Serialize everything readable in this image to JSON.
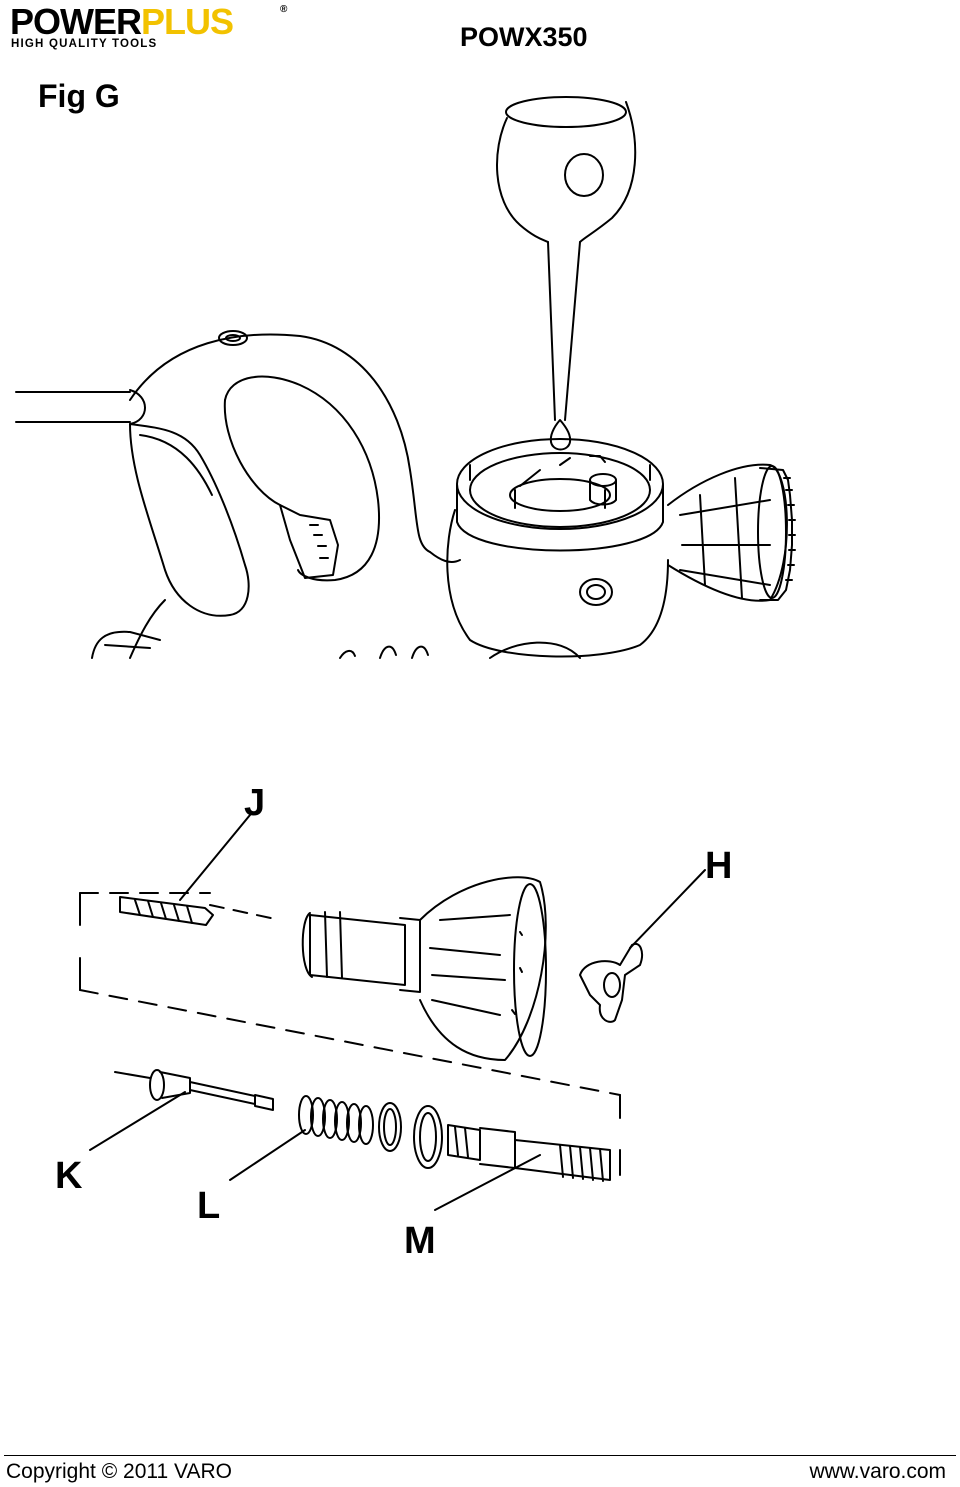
{
  "header": {
    "logo": {
      "word_a": "POWER",
      "word_b": "PLUS",
      "registered": "®",
      "tagline": "HIGH QUALITY TOOLS"
    },
    "model": "POWX350"
  },
  "figure": {
    "title": "Fig G",
    "callouts": {
      "j": "J",
      "h": "H",
      "k": "K",
      "l": "L",
      "m": "M"
    }
  },
  "footer": {
    "copyright": "Copyright © 2011 VARO",
    "website": "www.varo.com"
  }
}
